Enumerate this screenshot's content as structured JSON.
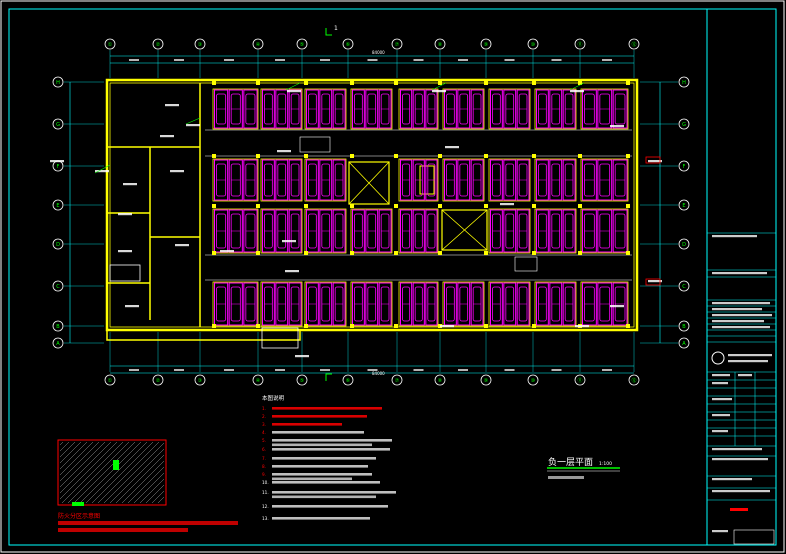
{
  "drawing": {
    "title": "负一层平面",
    "scale": "1:100",
    "section_mark": "1",
    "notes_heading": "本图说明",
    "legend_heading": "防火分区示意图",
    "grid_columns": [
      "①",
      "②",
      "③",
      "④",
      "⑤",
      "⑥",
      "⑦",
      "⑧",
      "⑨",
      "⑩",
      "⑪",
      "⑫"
    ],
    "grid_rows": [
      "H",
      "G",
      "F",
      "E",
      "D",
      "C",
      "B",
      "A"
    ],
    "total_dim": "84000",
    "note_numbers": [
      "1.",
      "2.",
      "3.",
      "4.",
      "5.",
      "6.",
      "7.",
      "8.",
      "9.",
      "10.",
      "11.",
      "12.",
      "13."
    ]
  },
  "colors": {
    "background": "#000000",
    "wall": "#ffff00",
    "grid": "#00ffff",
    "parking": "#ff00ff",
    "text": "#ffffff",
    "green": "#00ff00",
    "red": "#ff0000"
  }
}
